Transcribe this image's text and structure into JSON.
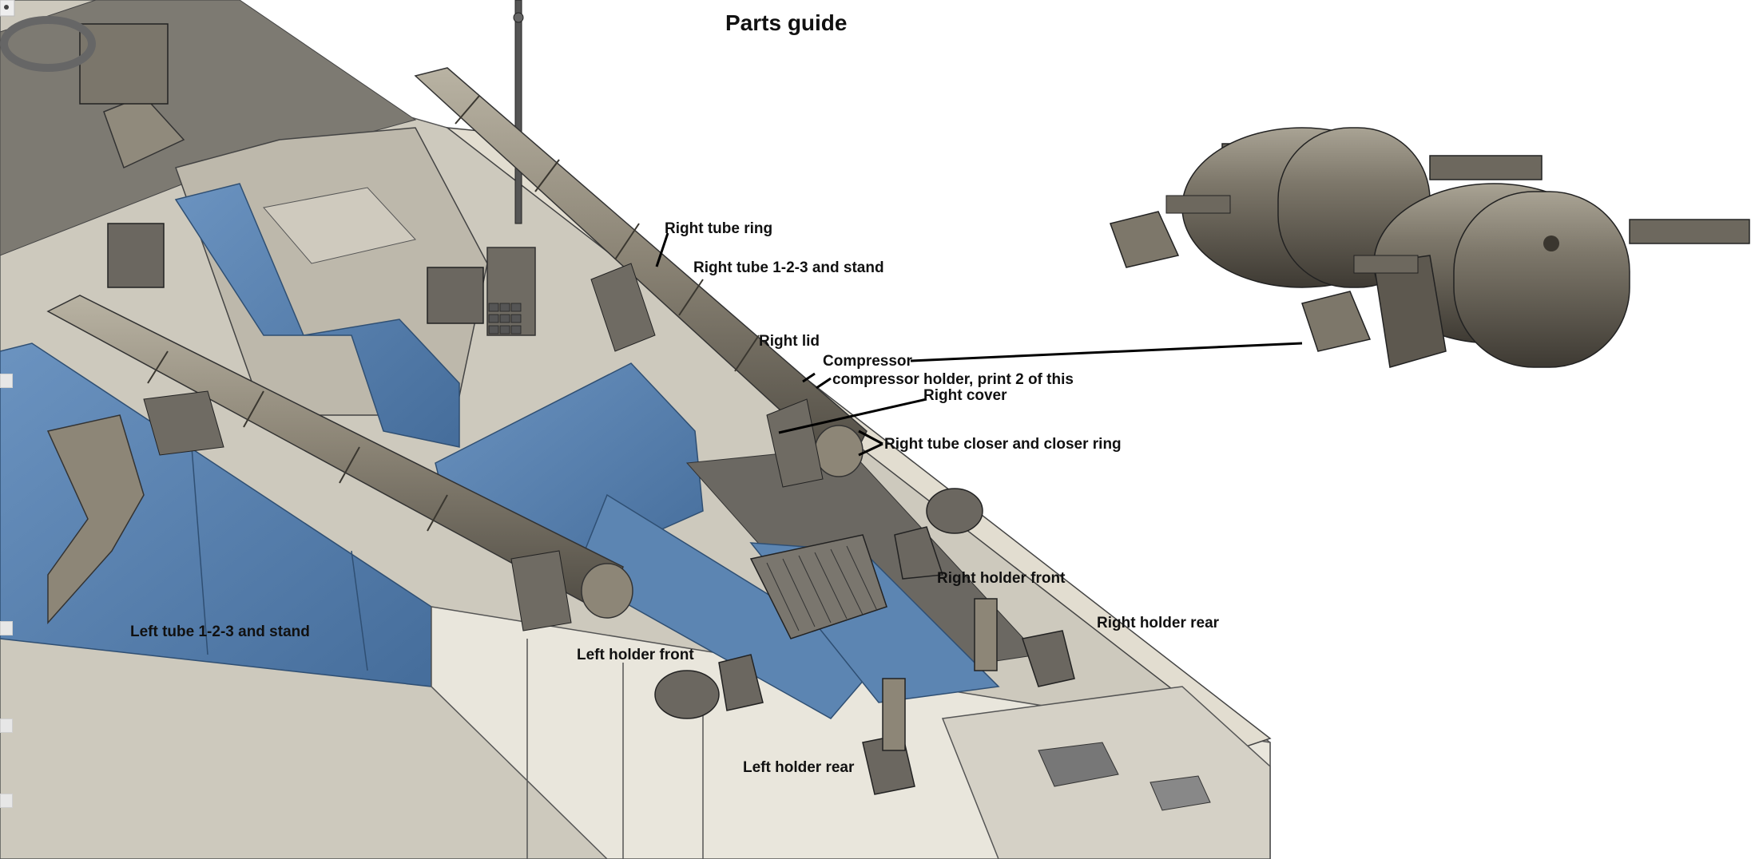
{
  "title": "Parts guide",
  "labels": {
    "right_tube_ring": "Right tube ring",
    "right_tube_stand": "Right tube 1-2-3 and stand",
    "right_lid": "Right lid",
    "compressor": "Compressor",
    "compressor_holder": "compressor holder, print 2 of this",
    "right_cover": "Right cover",
    "right_tube_closer": "Right tube closer and closer ring",
    "right_holder_front": "Right holder front",
    "right_holder_rear": "Right holder rear",
    "left_tube_stand": "Left tube 1-2-3 and stand",
    "left_holder_front": "Left holder front",
    "left_holder_rear": "Left holder rear"
  },
  "colors": {
    "hull_light": "#d8d4c8",
    "hull_grey": "#8e8a80",
    "hull_blue": "#5a82b0",
    "metal": "#8a8475",
    "leader_line": "#000000"
  }
}
